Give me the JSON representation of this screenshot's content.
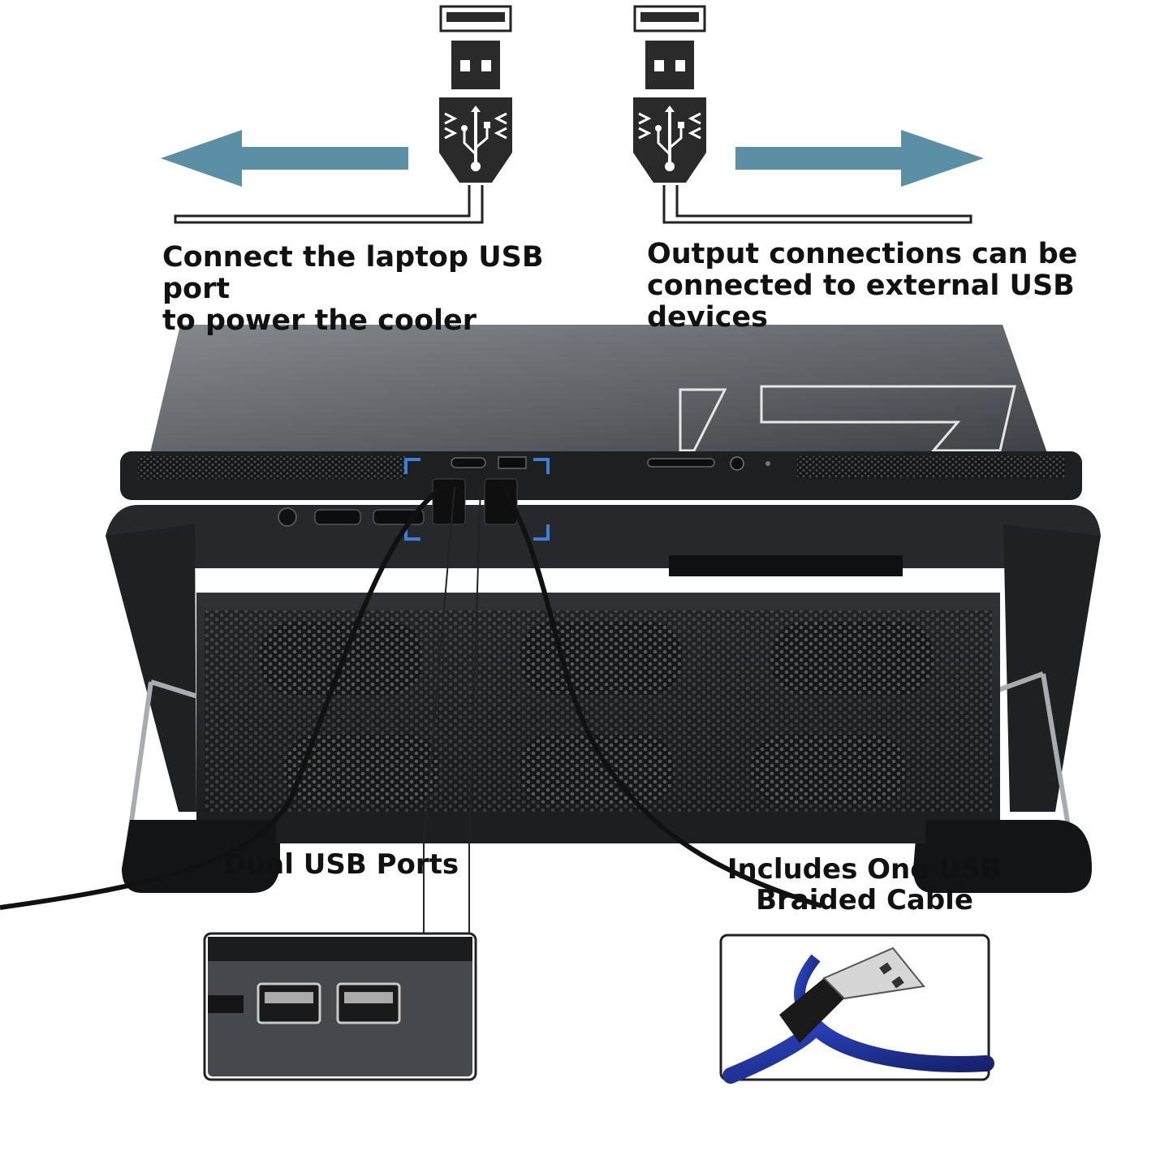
{
  "captions": {
    "input": [
      "Connect the laptop USB port",
      "to power the cooler"
    ],
    "output": [
      "Output connections can be",
      "connected to external USB devices"
    ],
    "ports": "Dual USB Ports",
    "cable": [
      "Includes One USB",
      "Braided Cable"
    ]
  },
  "colors": {
    "arrow": "#5b8fa6",
    "device_body": "#2a2c2f",
    "device_top": "#6a6d70",
    "cable_blue": "#1f2f8a",
    "highlight": "#3b7fd9",
    "text": "#111111"
  },
  "icons": [
    "usb-plug-icon",
    "usb-trident-icon",
    "arrow-left-icon",
    "arrow-right-icon"
  ]
}
